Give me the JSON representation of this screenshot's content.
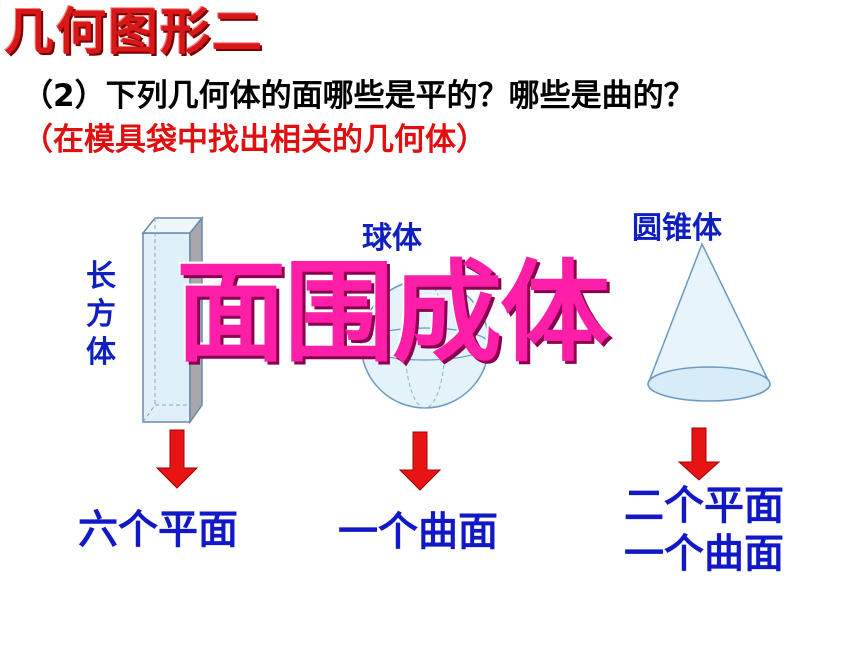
{
  "title": "几何图形二",
  "question": "（2）下列几何体的面哪些是平的？哪些是曲的？",
  "hint": "（在模具袋中找出相关的几何体）",
  "shapes": {
    "cuboid": {
      "label": "长方体",
      "label_chars": [
        "长",
        "方",
        "体"
      ],
      "result": "六个平面"
    },
    "sphere": {
      "label": "球体",
      "result": "一个曲面"
    },
    "cone": {
      "label": "圆锥体",
      "result_lines": [
        "二个平面",
        "一个曲面"
      ]
    }
  },
  "overlay_text": "面围成体",
  "colors": {
    "title": "#d81818",
    "hint": "#e01010",
    "labels": "#1020c0",
    "overlay": "#ff1ea8",
    "arrow": "#e81414"
  }
}
